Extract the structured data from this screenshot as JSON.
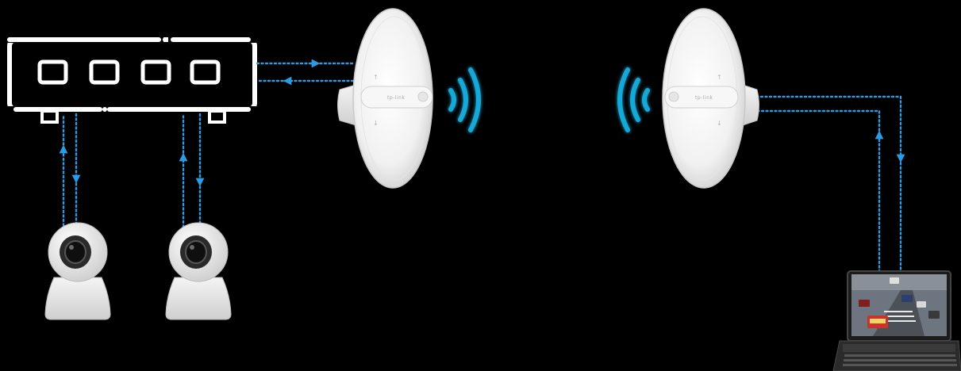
{
  "colors": {
    "background": "#000000",
    "link": "#2b9be6",
    "signal": "#19a9d8",
    "device": "#ffffff",
    "device_shade": "#d9d9d9"
  },
  "labels": {
    "cpe_brand": "tp-link"
  },
  "nodes": [
    {
      "name": "poe-switch",
      "icon": "switch-icon"
    },
    {
      "name": "ip-camera-1",
      "icon": "camera-icon"
    },
    {
      "name": "ip-camera-2",
      "icon": "camera-icon"
    },
    {
      "name": "outdoor-cpe-transmitter",
      "icon": "dish-antenna-icon"
    },
    {
      "name": "outdoor-cpe-receiver",
      "icon": "dish-antenna-icon"
    },
    {
      "name": "monitoring-laptop",
      "icon": "laptop-icon"
    }
  ],
  "connections": [
    {
      "from": "poe-switch",
      "to": "outdoor-cpe-transmitter",
      "type": "wired-bidirectional"
    },
    {
      "from": "ip-camera-1",
      "to": "poe-switch",
      "type": "wired-bidirectional"
    },
    {
      "from": "ip-camera-2",
      "to": "poe-switch",
      "type": "wired-bidirectional"
    },
    {
      "from": "outdoor-cpe-transmitter",
      "to": "outdoor-cpe-receiver",
      "type": "wireless"
    },
    {
      "from": "outdoor-cpe-receiver",
      "to": "monitoring-laptop",
      "type": "wired-bidirectional"
    }
  ]
}
